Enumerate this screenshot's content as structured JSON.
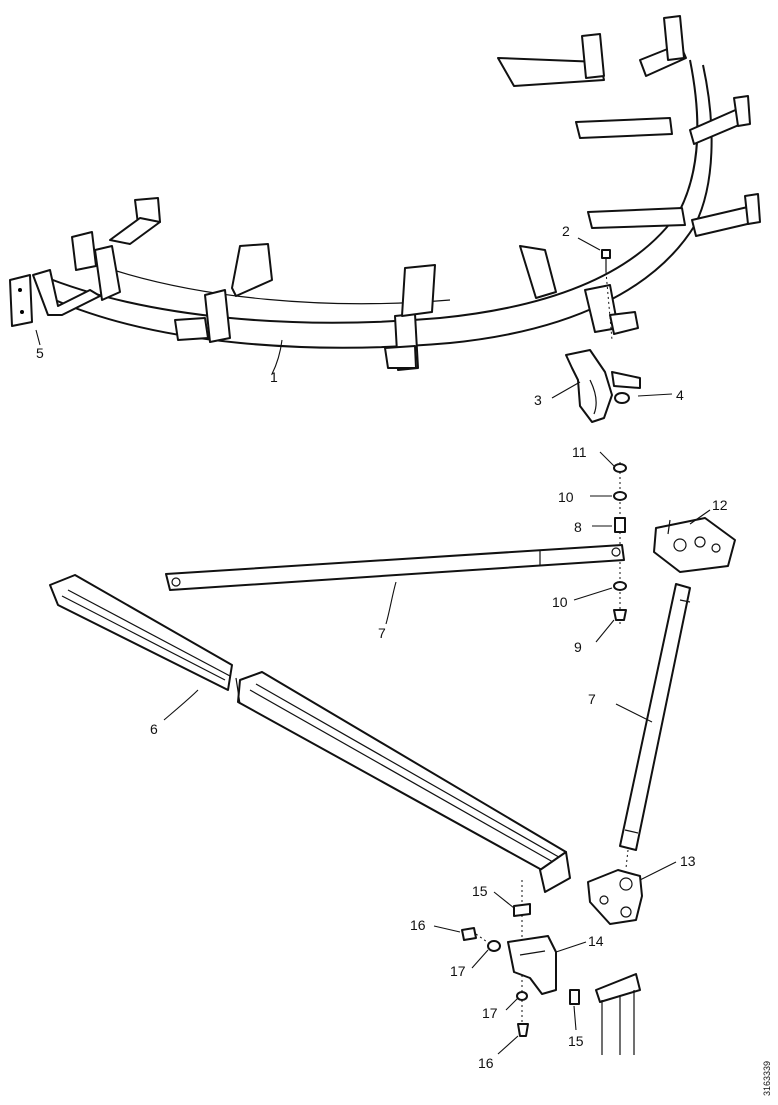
{
  "callouts": [
    "2",
    "5",
    "1",
    "3",
    "4",
    "11",
    "10",
    "8",
    "12",
    "7",
    "10",
    "9",
    "6",
    "7",
    "13",
    "15",
    "16",
    "14",
    "17",
    "17",
    "15",
    "16"
  ],
  "doc_number": "3163339"
}
